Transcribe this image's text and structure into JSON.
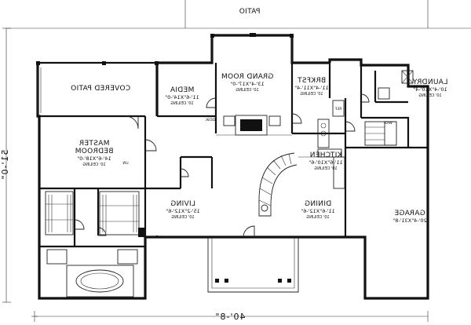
{
  "plan": {
    "patio_label": "PATIO",
    "covered_patio_label": "COVERED PATIO",
    "overall_width": "40'-8\"",
    "overall_depth": "51'-0\""
  },
  "rooms": {
    "grand_room": {
      "name": "GRAND ROOM",
      "dims": "13'-4\"X17'-0\"",
      "ceiling": "10' CEILING"
    },
    "media": {
      "name": "MEDIA",
      "dims": "11'-6\"X14'-0\"",
      "ceiling": "10' CEILING"
    },
    "brkfst": {
      "name": "BRKFST",
      "dims": "11'-4\"X11'-4\"",
      "ceiling": "10' CEILING"
    },
    "laundry": {
      "name": "LAUNDRY",
      "dims": "10'-4\"X10'-4\"",
      "ceiling": "10' CEILING"
    },
    "master": {
      "name": "MASTER",
      "name2": "BEDROOM",
      "dims": "14'-6\"X18'-0\"",
      "ceiling": "10' CEILING"
    },
    "kitchen": {
      "name": "KITCHEN",
      "dims": "11'-6\"X10'-6\"",
      "ceiling": "10' CEILING"
    },
    "living": {
      "name": "LIVING",
      "dims": "15'-2\"X12'-6\"",
      "ceiling": "10' CEILING"
    },
    "dining": {
      "name": "DINING",
      "dims": "11'-6\"X12'-6\"",
      "ceiling": "10' CEILING"
    },
    "garage": {
      "name": "GARAGE",
      "dims": "20'-4\"X31'-8\""
    }
  },
  "fixtures": {
    "desk_label": "DESK",
    "lin_label": "LIN",
    "ref_label": "REF",
    "wd_label": "W/D"
  }
}
